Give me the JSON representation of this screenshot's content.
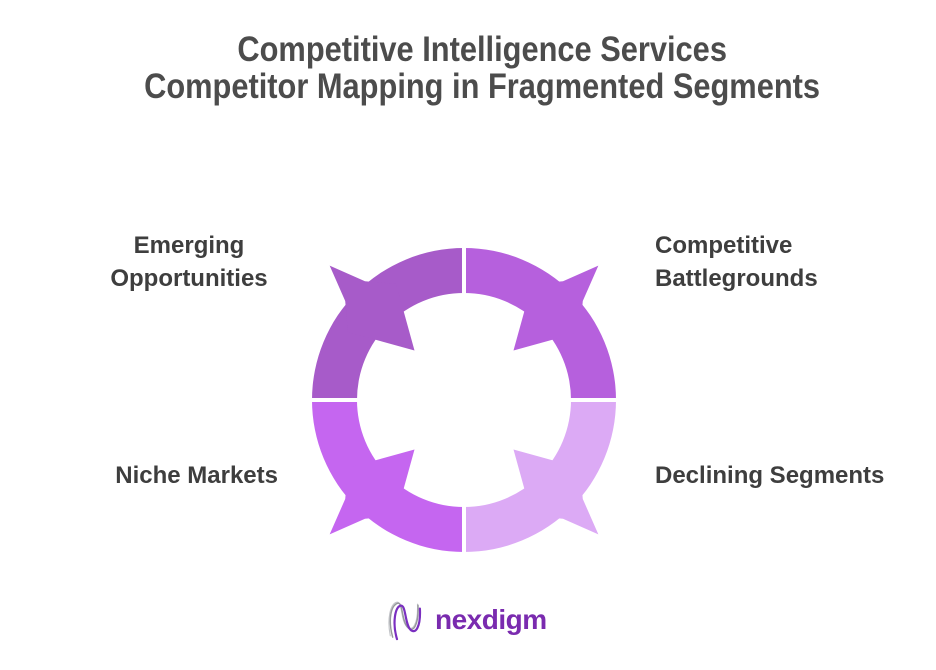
{
  "page": {
    "background": "#ffffff"
  },
  "title": {
    "line1": "Competitive Intelligence Services",
    "line2": "Competitor Mapping in Fragmented Segments",
    "color": "#4c4c4c"
  },
  "diagram": {
    "type": "converging-cycle",
    "divider_color": "#ffffff",
    "label_color": "#3e3e3e",
    "segments": [
      {
        "name": "competitive-battlegrounds",
        "position": "top-right",
        "color": "#b660dd",
        "label": "Competitive Battlegrounds",
        "label_lines": [
          "Competitive",
          "Battlegrounds"
        ]
      },
      {
        "name": "declining-segments",
        "position": "bottom-right",
        "color": "#dcaaf5",
        "label": "Declining Segments",
        "label_lines": [
          "Declining Segments"
        ]
      },
      {
        "name": "niche-markets",
        "position": "bottom-left",
        "color": "#c566f0",
        "label": "Niche Markets",
        "label_lines": [
          "Niche Markets"
        ]
      },
      {
        "name": "emerging-opportunities",
        "position": "top-left",
        "color": "#a75bc9",
        "label": "Emerging Opportunities",
        "label_lines": [
          "Emerging",
          "Opportunities"
        ]
      }
    ]
  },
  "footer": {
    "logo_mark": "nexdigm-n-wave-icon",
    "logo_text": "nexdigm",
    "logo_text_color": "#7a2baf"
  }
}
